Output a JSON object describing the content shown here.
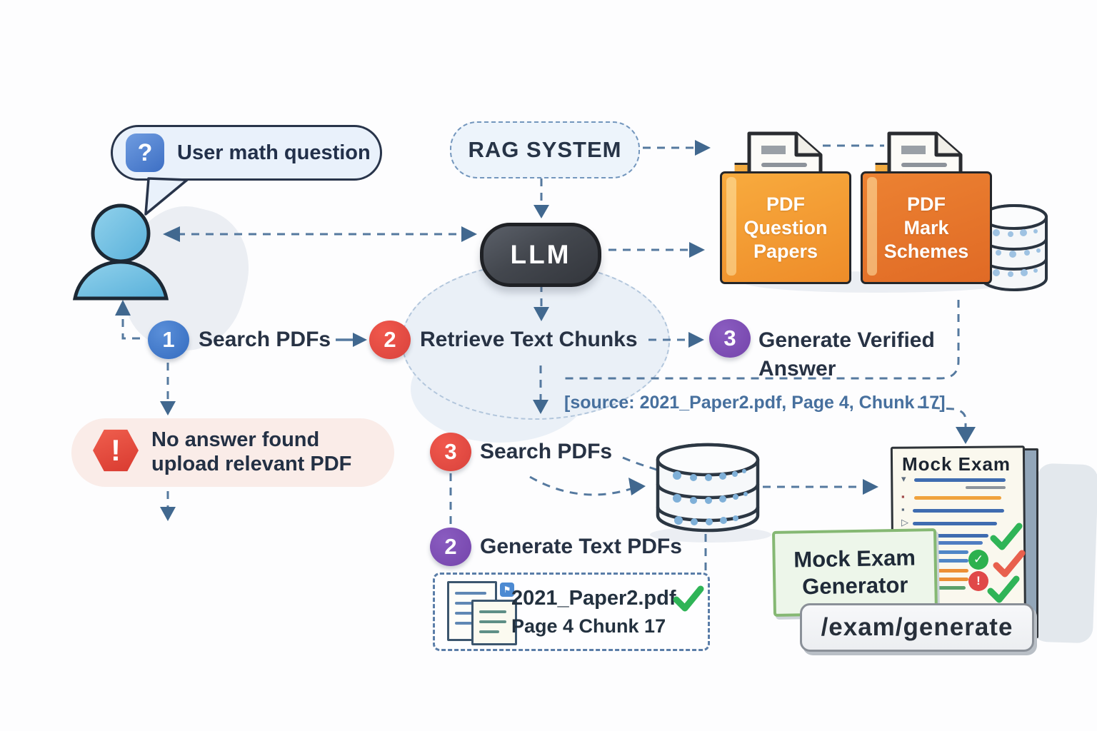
{
  "colors": {
    "accent_blue": "#336bbf",
    "accent_red": "#d9423c",
    "accent_purple": "#7444ab",
    "connector": "#55799f",
    "folder_orange_light": "#f2a238",
    "folder_orange_dark": "#e06a25",
    "alert_red": "#d8392f",
    "check_green": "#2fb457",
    "check_red": "#e8604d",
    "source_blue": "#47709e"
  },
  "speech_bubble": {
    "icon": "?",
    "text": "User math question"
  },
  "rag_system": {
    "label": "RAG SYSTEM"
  },
  "llm": {
    "label": "LLM"
  },
  "folders": [
    {
      "label": "PDF\nQuestion\nPapers"
    },
    {
      "label": "PDF\nMark\nSchemes"
    }
  ],
  "steps_top": [
    {
      "num": "1",
      "label": "Search PDFs"
    },
    {
      "num": "2",
      "label": "Retrieve Text Chunks"
    },
    {
      "num": "3",
      "label": "Generate Verified\nAnswer"
    }
  ],
  "source_caption": "[source: 2021_Paper2.pdf, Page 4, Chunk 17]",
  "alert": {
    "icon": "!",
    "text": "No answer found\nupload relevant PDF"
  },
  "steps_bottom": [
    {
      "num": "3",
      "label": "Search PDFs"
    },
    {
      "num": "2",
      "label": "Generate Text PDFs"
    }
  ],
  "pdf_chunk": {
    "filename": "2021_Paper2.pdf",
    "page_info": "Page 4 Chunk 17",
    "flag": "⚑"
  },
  "mock_exam": {
    "title": "Mock Exam"
  },
  "generator": {
    "label": "Mock Exam\nGenerator"
  },
  "endpoint": {
    "path": "/exam/generate"
  },
  "badges": {
    "pass": "✓",
    "fail": "!"
  }
}
